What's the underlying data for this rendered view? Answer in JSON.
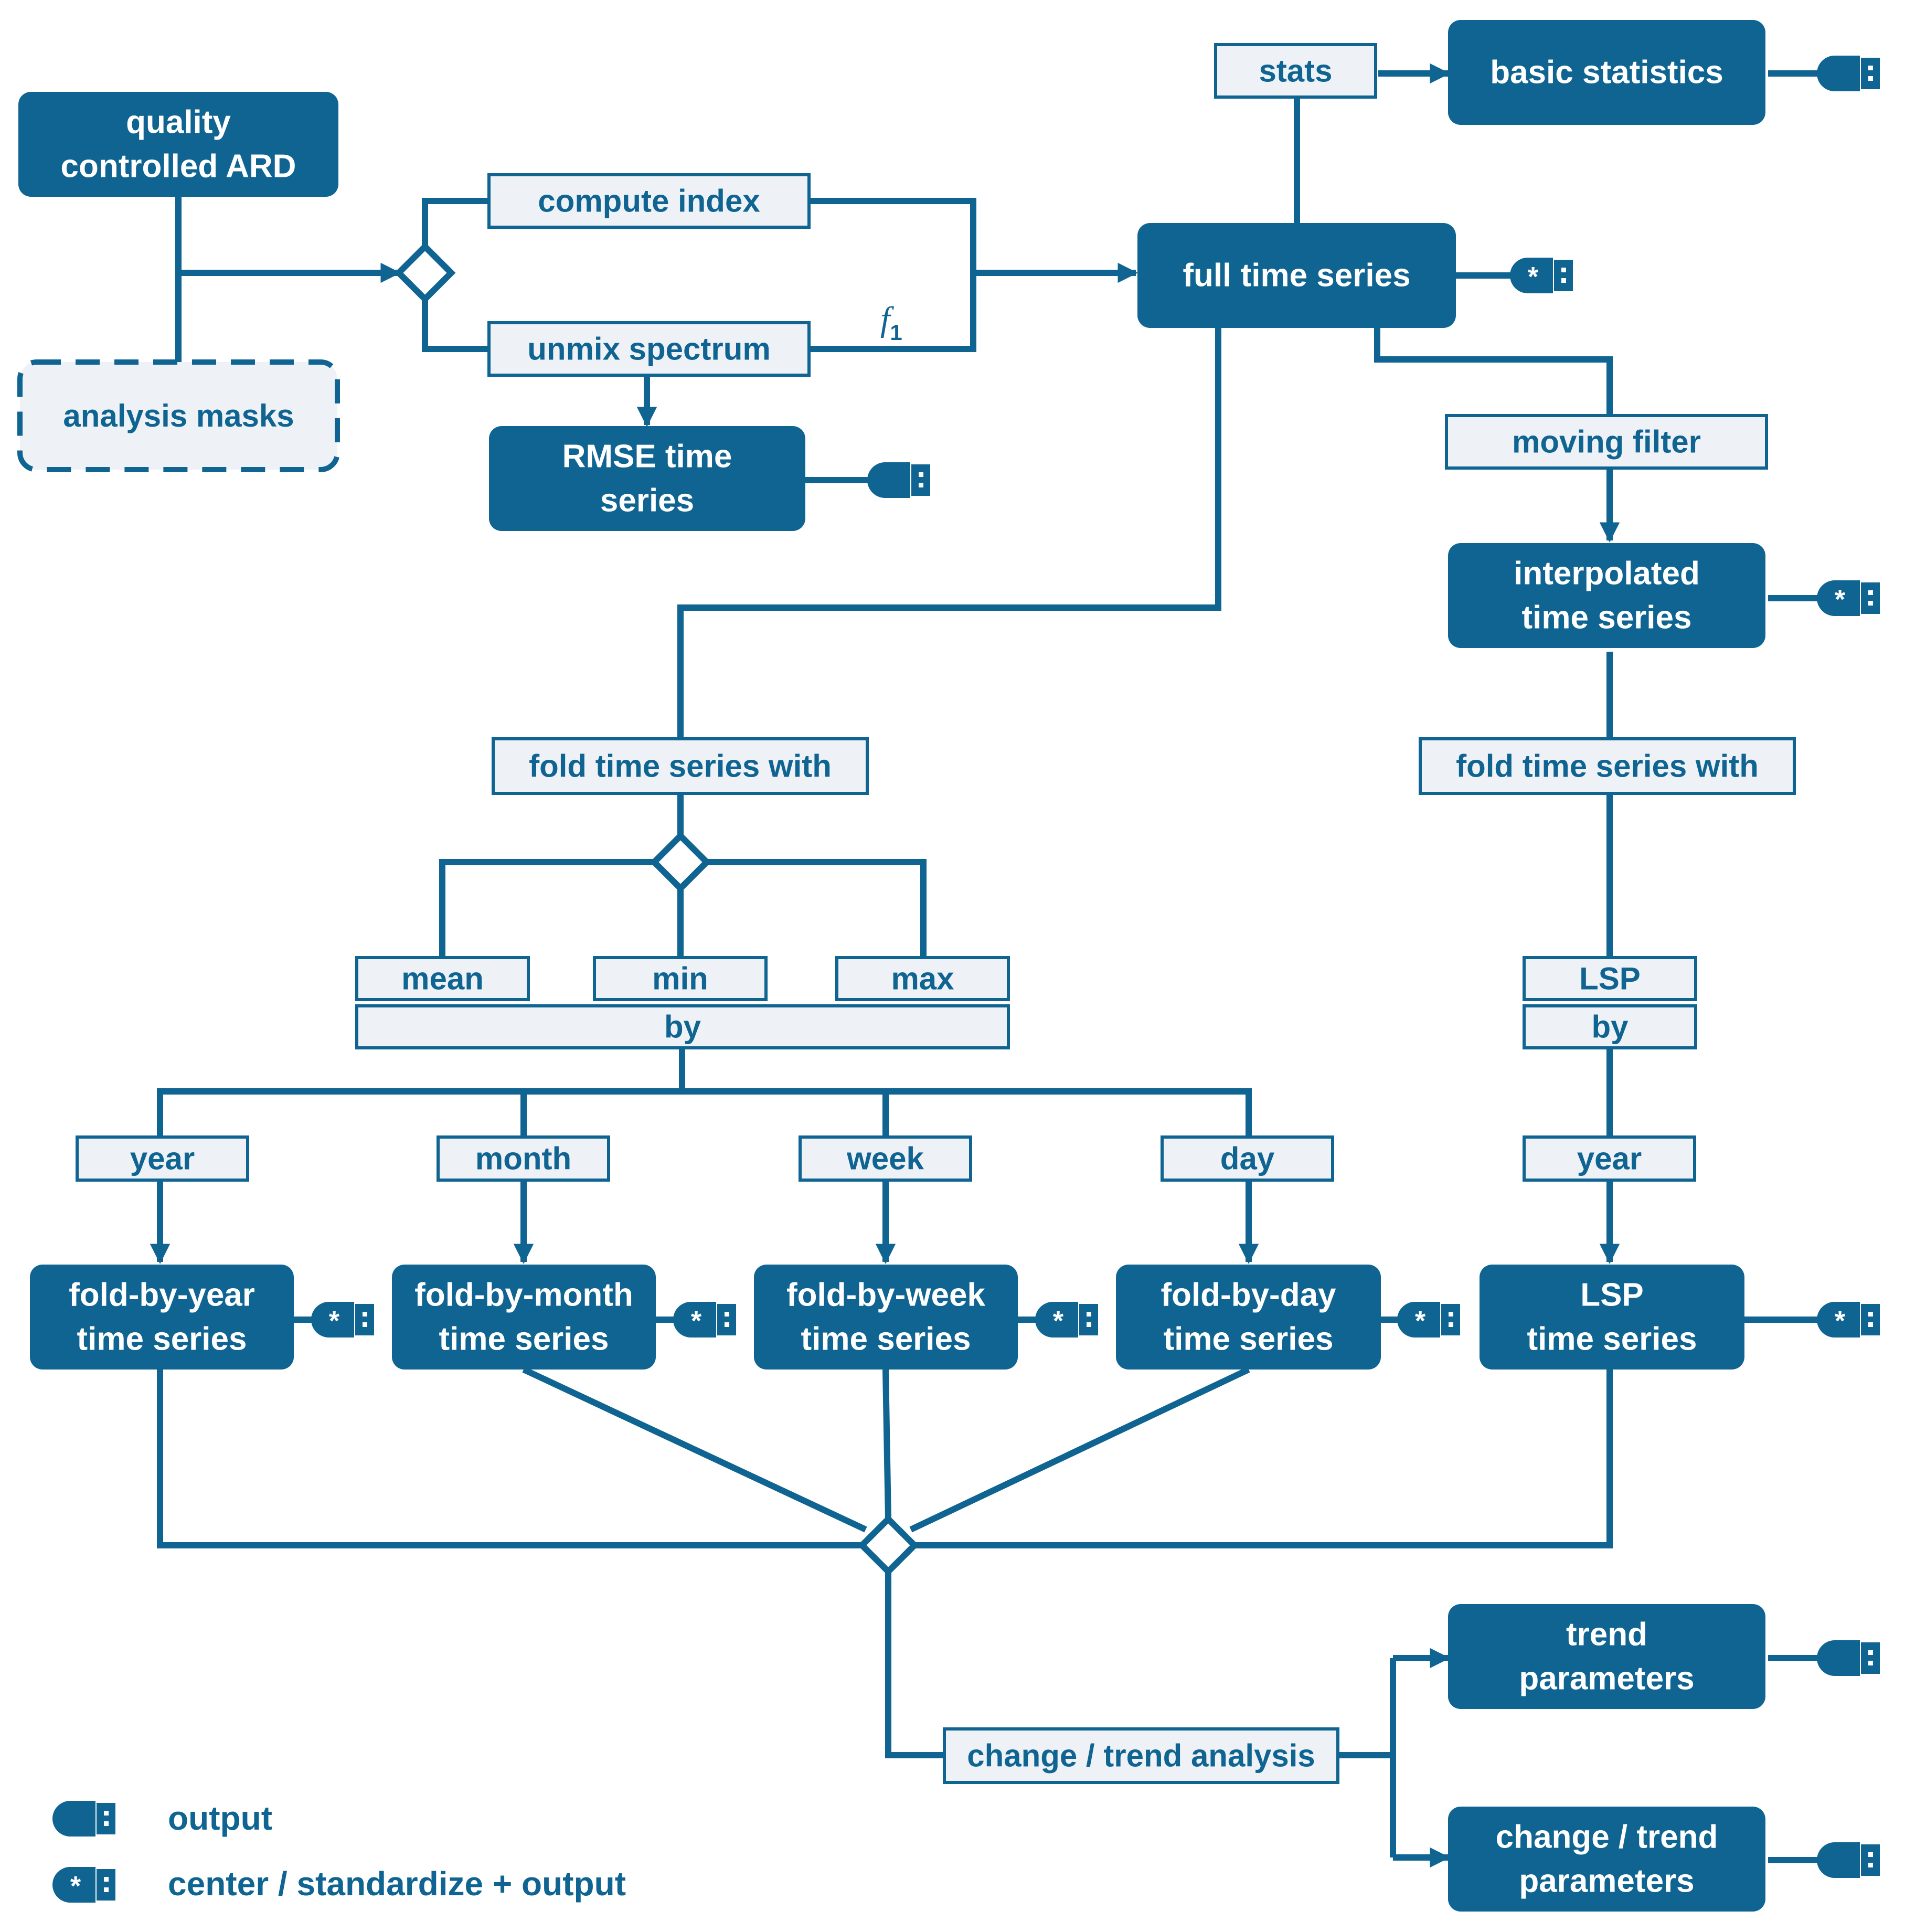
{
  "colors": {
    "primary": "#0f6492",
    "light_fill": "#eef2f6",
    "text_on_primary": "#ffffff"
  },
  "nodes": {
    "quality_ard": [
      "quality",
      "controlled ARD"
    ],
    "analysis_masks": [
      "analysis masks"
    ],
    "compute_index": [
      "compute index"
    ],
    "unmix_spectrum": [
      "unmix spectrum"
    ],
    "rmse": [
      "RMSE time",
      "series"
    ],
    "full_ts": [
      "full time series"
    ],
    "stats": [
      "stats"
    ],
    "basic_stats": [
      "basic statistics"
    ],
    "moving_filter": [
      "moving filter"
    ],
    "interpolated": [
      "interpolated",
      "time series"
    ],
    "fold_with_left": [
      "fold time series with"
    ],
    "fold_with_right": [
      "fold time series with"
    ],
    "mean": [
      "mean"
    ],
    "min": [
      "min"
    ],
    "max": [
      "max"
    ],
    "by_left": [
      "by"
    ],
    "lsp": [
      "LSP"
    ],
    "by_right": [
      "by"
    ],
    "year_left": [
      "year"
    ],
    "month": [
      "month"
    ],
    "week": [
      "week"
    ],
    "day": [
      "day"
    ],
    "year_right": [
      "year"
    ],
    "fold_year": [
      "fold-by-year",
      "time series"
    ],
    "fold_month": [
      "fold-by-month",
      "time series"
    ],
    "fold_week": [
      "fold-by-week",
      "time series"
    ],
    "fold_day": [
      "fold-by-day",
      "time series"
    ],
    "lsp_ts": [
      "LSP",
      "time series"
    ],
    "change_trend": [
      "change / trend analysis"
    ],
    "trend_params": [
      "trend",
      "parameters"
    ],
    "change_trend_params": [
      "change / trend",
      "parameters"
    ]
  },
  "f1": {
    "symbol": "f",
    "subscript": "1"
  },
  "legend": {
    "output": "output",
    "center": "center / standardize + output",
    "star": "*"
  }
}
